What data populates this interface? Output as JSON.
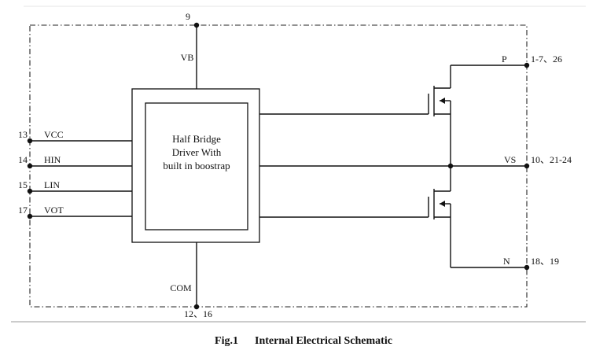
{
  "caption": {
    "fig": "Fig.1",
    "title": "Internal Electrical Schematic"
  },
  "chip": {
    "line1": "Half Bridge",
    "line2": "Driver With",
    "line3": "built in boostrap"
  },
  "labels": {
    "vb": "VB",
    "com": "COM",
    "vcc": "VCC",
    "hin": "HIN",
    "lin": "LIN",
    "vot": "VOT",
    "p": "P",
    "vs": "VS",
    "n": "N"
  },
  "pins": {
    "vb": "9",
    "com": "12、16",
    "vcc": "13",
    "hin": "14",
    "lin": "15",
    "vot": "17",
    "p": "1-7、26",
    "vs": "10、21-24",
    "n": "18、19"
  }
}
